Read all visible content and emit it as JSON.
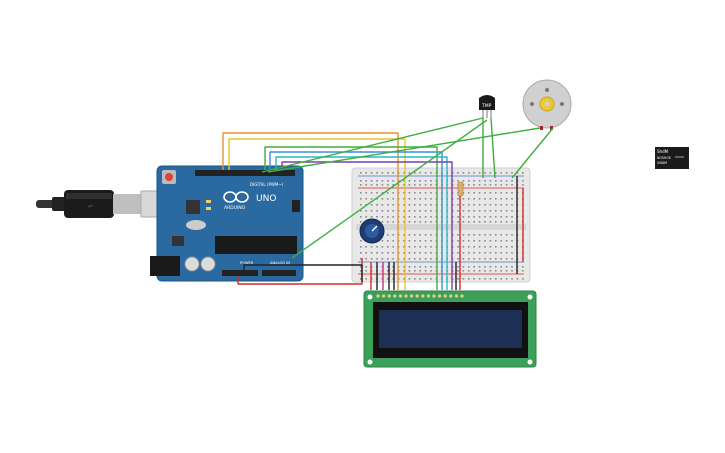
{
  "arduino": {
    "brand": "ARDUINO",
    "model": "UNO",
    "digital_label": "DIGITAL (PWM~)",
    "power_label": "POWER",
    "analog_label": "ANALOG IN"
  },
  "sensor": {
    "label": "TMP"
  },
  "inspector": {
    "line1": "ShdM",
    "line2": "NOSHOE",
    "line3": "GNDM"
  },
  "colors": {
    "board": "#2a6aa0",
    "breadboard": "#e8e8e8",
    "lcd_pcb": "#3da05a",
    "lcd_screen": "#1d2f52",
    "wire_orange": "#e8932a",
    "wire_yellow": "#e8c62a",
    "wire_green": "#3fae3f",
    "wire_blue": "#3a8fd8",
    "wire_purple": "#7a3fb0",
    "wire_red": "#d92a2a",
    "wire_black": "#222222",
    "wire_cyan": "#29b6c8"
  }
}
